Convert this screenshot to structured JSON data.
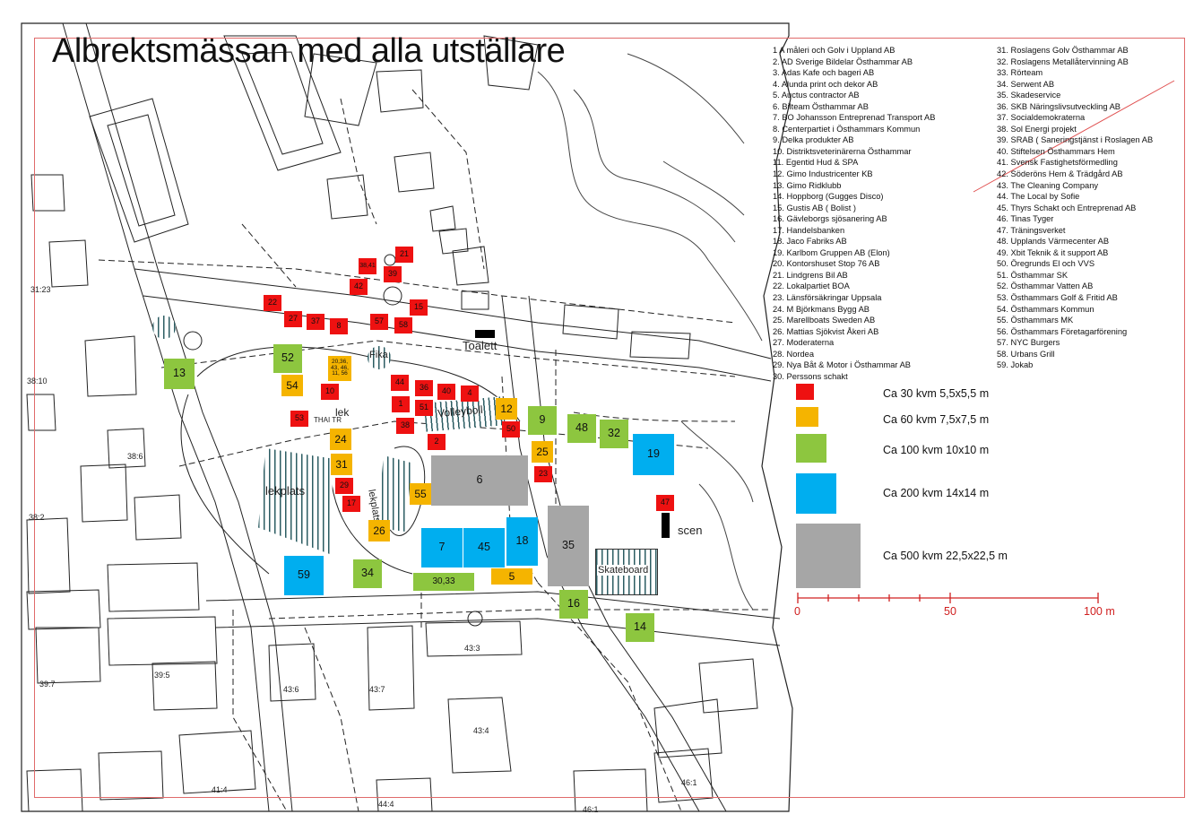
{
  "title": "Albrektsmässan med alla utställare",
  "exhibitors": [
    "1 A måleri och Golv i Uppland AB",
    "2. AD Sverige Bildelar Östhammar AB",
    "3. Adas Kafe och bageri AB",
    "4. Alunda print och dekor AB",
    "5. Auctus contractor AB",
    "6. Bilteam Östhammar AB",
    "7. BO Johansson Entreprenad Transport AB",
    "8. Centerpartiet i Östhammars Kommun",
    "9. Delka produkter AB",
    "10. Distriktsveterinärerna Östhammar",
    "11. Egentid Hud & SPA",
    "12. Gimo Industricenter KB",
    "13. Gimo Ridklubb",
    "14. Hoppborg (Gugges Disco)",
    "15. Gustis AB ( Bolist )",
    "16. Gävleborgs sjösanering AB",
    "17. Handelsbanken",
    "18. Jaco Fabriks AB",
    "19. Karlbom Gruppen AB (Elon)",
    "20. Kontorshuset Stop 76 AB",
    "21. Lindgrens Bil AB",
    "22. Lokalpartiet BOA",
    "23. Länsförsäkringar Uppsala",
    "24. M Björkmans Bygg AB",
    "25. Marellboats Sweden AB",
    "26. Mattias Sjökvist Åkeri AB",
    "27. Moderaterna",
    "28. Nordea",
    "29. Nya Båt & Motor i Östhammar AB",
    "30. Perssons schakt",
    "31. Roslagens Golv Östhammar AB",
    "32. Roslagens Metallåtervinning AB",
    "33. Rörteam",
    "34. Serwent AB",
    "35. Skadeservice",
    "36. SKB Näringslivsutveckling AB",
    "37. Socialdemokraterna",
    "38. Sol Energi projekt",
    "39. SRAB ( Saneringstjänst i Roslagen AB",
    "40. Stiftelsen Östhammars Hem",
    "41. Svensk Fastighetsförmedling",
    "42. Söderöns Hem & Trädgård AB",
    "43. The Cleaning Company",
    "44. The Local by Sofie",
    "45. Thyrs Schakt och Entreprenad AB",
    "46. Tinas Tyger",
    "47. Träningsverket",
    "48. Upplands Värmecenter AB",
    "49. Xbit Teknik & it support AB",
    "50. Öregrunds El och VVS",
    "51. Östhammar SK",
    "52. Östhammar Vatten   AB",
    "53. Östhammars Golf & Fritid AB",
    "54. Östhammars Kommun",
    "55. Östhammars MK",
    "56. Östhammars Företagarförening",
    "57. NYC Burgers",
    "58. Urbans Grill",
    "59. Jokab"
  ],
  "sizes": [
    {
      "label": "Ca 30 kvm 5,5x5,5 m",
      "color": "#ee1111"
    },
    {
      "label": "Ca 60 kvm 7,5x7,5 m",
      "color": "#f5b400"
    },
    {
      "label": "Ca 100 kvm 10x10 m",
      "color": "#8dc63f"
    },
    {
      "label": "Ca 200 kvm 14x14 m",
      "color": "#00aeef"
    },
    {
      "label": "Ca 500 kvm 22,5x22,5 m",
      "color": "#a6a6a6"
    }
  ],
  "scale": {
    "labels": [
      "0",
      "50",
      "100 m"
    ],
    "color": "#d02020"
  },
  "map_labels": {
    "toalett": "Toalett",
    "fika": "Fika",
    "lekplats1": "lekplats",
    "lekplats2": "lekplats",
    "volleyboll": "Volleyboll",
    "skateboard": "Skateboard",
    "scen": "scen",
    "lek": "lek",
    "thaiter": "THAI   TR",
    "cadastral": [
      "31:23",
      "38:10",
      "38:6",
      "38:2",
      "39:7",
      "39:5",
      "43:6",
      "43:7",
      "43:3",
      "43:4",
      "41:4",
      "44:4",
      "46:1",
      "46:1"
    ]
  },
  "booths": {
    "red": [
      {
        "id": "b22",
        "label": "22"
      },
      {
        "id": "b27",
        "label": "27"
      },
      {
        "id": "b37",
        "label": "37"
      },
      {
        "id": "b8",
        "label": "8"
      },
      {
        "id": "b57",
        "label": "57"
      },
      {
        "id": "b58",
        "label": "58"
      },
      {
        "id": "b15",
        "label": "15"
      },
      {
        "id": "b42",
        "label": "42"
      },
      {
        "id": "b3841",
        "label": "38,41"
      },
      {
        "id": "b39",
        "label": "39"
      },
      {
        "id": "b21",
        "label": "21"
      },
      {
        "id": "b10",
        "label": "10"
      },
      {
        "id": "b44",
        "label": "44"
      },
      {
        "id": "b36",
        "label": "36"
      },
      {
        "id": "b40",
        "label": "40"
      },
      {
        "id": "b4",
        "label": "4"
      },
      {
        "id": "b1",
        "label": "1"
      },
      {
        "id": "b51",
        "label": "51"
      },
      {
        "id": "b53",
        "label": "53"
      },
      {
        "id": "b38",
        "label": "38"
      },
      {
        "id": "b2",
        "label": "2"
      },
      {
        "id": "b50",
        "label": "50"
      },
      {
        "id": "b23",
        "label": "23"
      },
      {
        "id": "b29",
        "label": "29"
      },
      {
        "id": "b17",
        "label": "17"
      },
      {
        "id": "b47",
        "label": "47"
      }
    ],
    "yellow": [
      {
        "id": "b54",
        "label": "54"
      },
      {
        "id": "bmulti",
        "label": "20,36, 43, 46, 11, 56"
      },
      {
        "id": "b24",
        "label": "24"
      },
      {
        "id": "b31",
        "label": "31"
      },
      {
        "id": "b12",
        "label": "12"
      },
      {
        "id": "b25",
        "label": "25"
      },
      {
        "id": "b55",
        "label": "55"
      },
      {
        "id": "b26",
        "label": "26"
      },
      {
        "id": "b5",
        "label": "5"
      }
    ],
    "green": [
      {
        "id": "b13",
        "label": "13"
      },
      {
        "id": "b52",
        "label": "52"
      },
      {
        "id": "b9",
        "label": "9"
      },
      {
        "id": "b48",
        "label": "48"
      },
      {
        "id": "b32",
        "label": "32"
      },
      {
        "id": "b34",
        "label": "34"
      },
      {
        "id": "b3033",
        "label": "30,33"
      },
      {
        "id": "b16",
        "label": "16"
      },
      {
        "id": "b14",
        "label": "14"
      }
    ],
    "blue": [
      {
        "id": "b19",
        "label": "19"
      },
      {
        "id": "b7",
        "label": "7"
      },
      {
        "id": "b45",
        "label": "45"
      },
      {
        "id": "b18",
        "label": "18"
      },
      {
        "id": "b59",
        "label": "59"
      }
    ],
    "gray": [
      {
        "id": "b6",
        "label": "6"
      },
      {
        "id": "b35",
        "label": "35"
      }
    ]
  }
}
